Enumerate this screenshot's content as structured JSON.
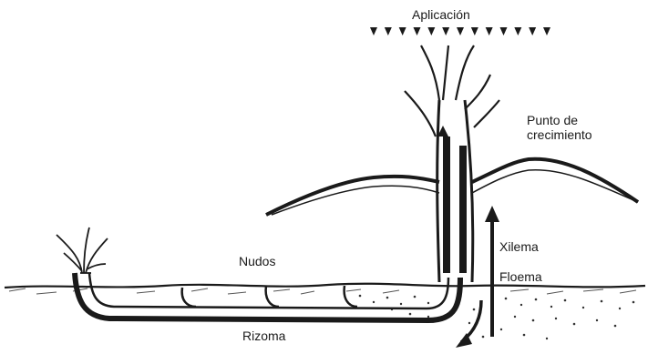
{
  "labels": {
    "aplicacion": "Aplicación",
    "punto_line1": "Punto de",
    "punto_line2": "crecimiento",
    "nudos": "Nudos",
    "xilema": "Xilema",
    "floema": "Floema",
    "rizoma": "Rizoma"
  },
  "application_marks": {
    "count": 13,
    "glyph": "▼"
  },
  "colors": {
    "ink": "#1a1a1a",
    "soil": "#555555"
  }
}
